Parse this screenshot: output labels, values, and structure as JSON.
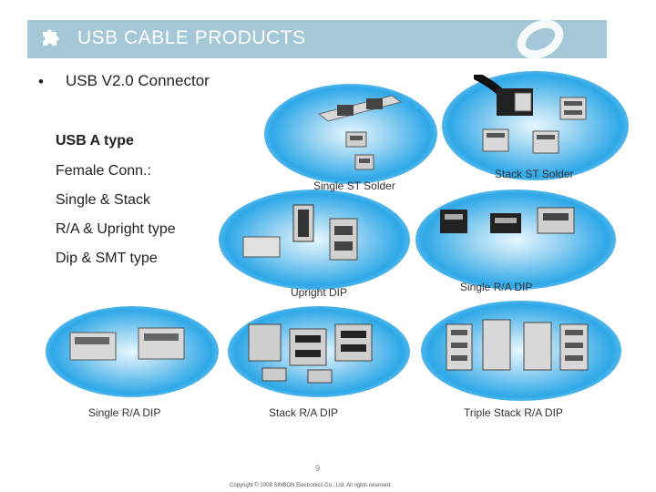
{
  "header": {
    "title": "USB CABLE PRODUCTS",
    "icon": "puzzle-icon",
    "color": "#a4c8d7"
  },
  "bullet": {
    "symbol": "•",
    "text": "USB V2.0 Connector"
  },
  "description": [
    "USB A type",
    "Female Conn.:",
    "Single & Stack",
    "R/A & Upright type",
    "Dip & SMT type"
  ],
  "captions": {
    "single_st_solder": "Single ST Solder",
    "stack_st_solder": "Stack ST Solder",
    "upright_dip": "Upright DIP",
    "single_ra_dip_right": "Single R/A DIP",
    "single_ra_dip_left": "Single R/A DIP",
    "stack_ra_dip": "Stack R/A DIP",
    "triple_stack_ra_dip": "Triple Stack R/A DIP"
  },
  "footer": {
    "page_number": "9",
    "copyright": "Copyright © 2008 SINBON Electronics Co., Ltd. All rights reserved."
  }
}
